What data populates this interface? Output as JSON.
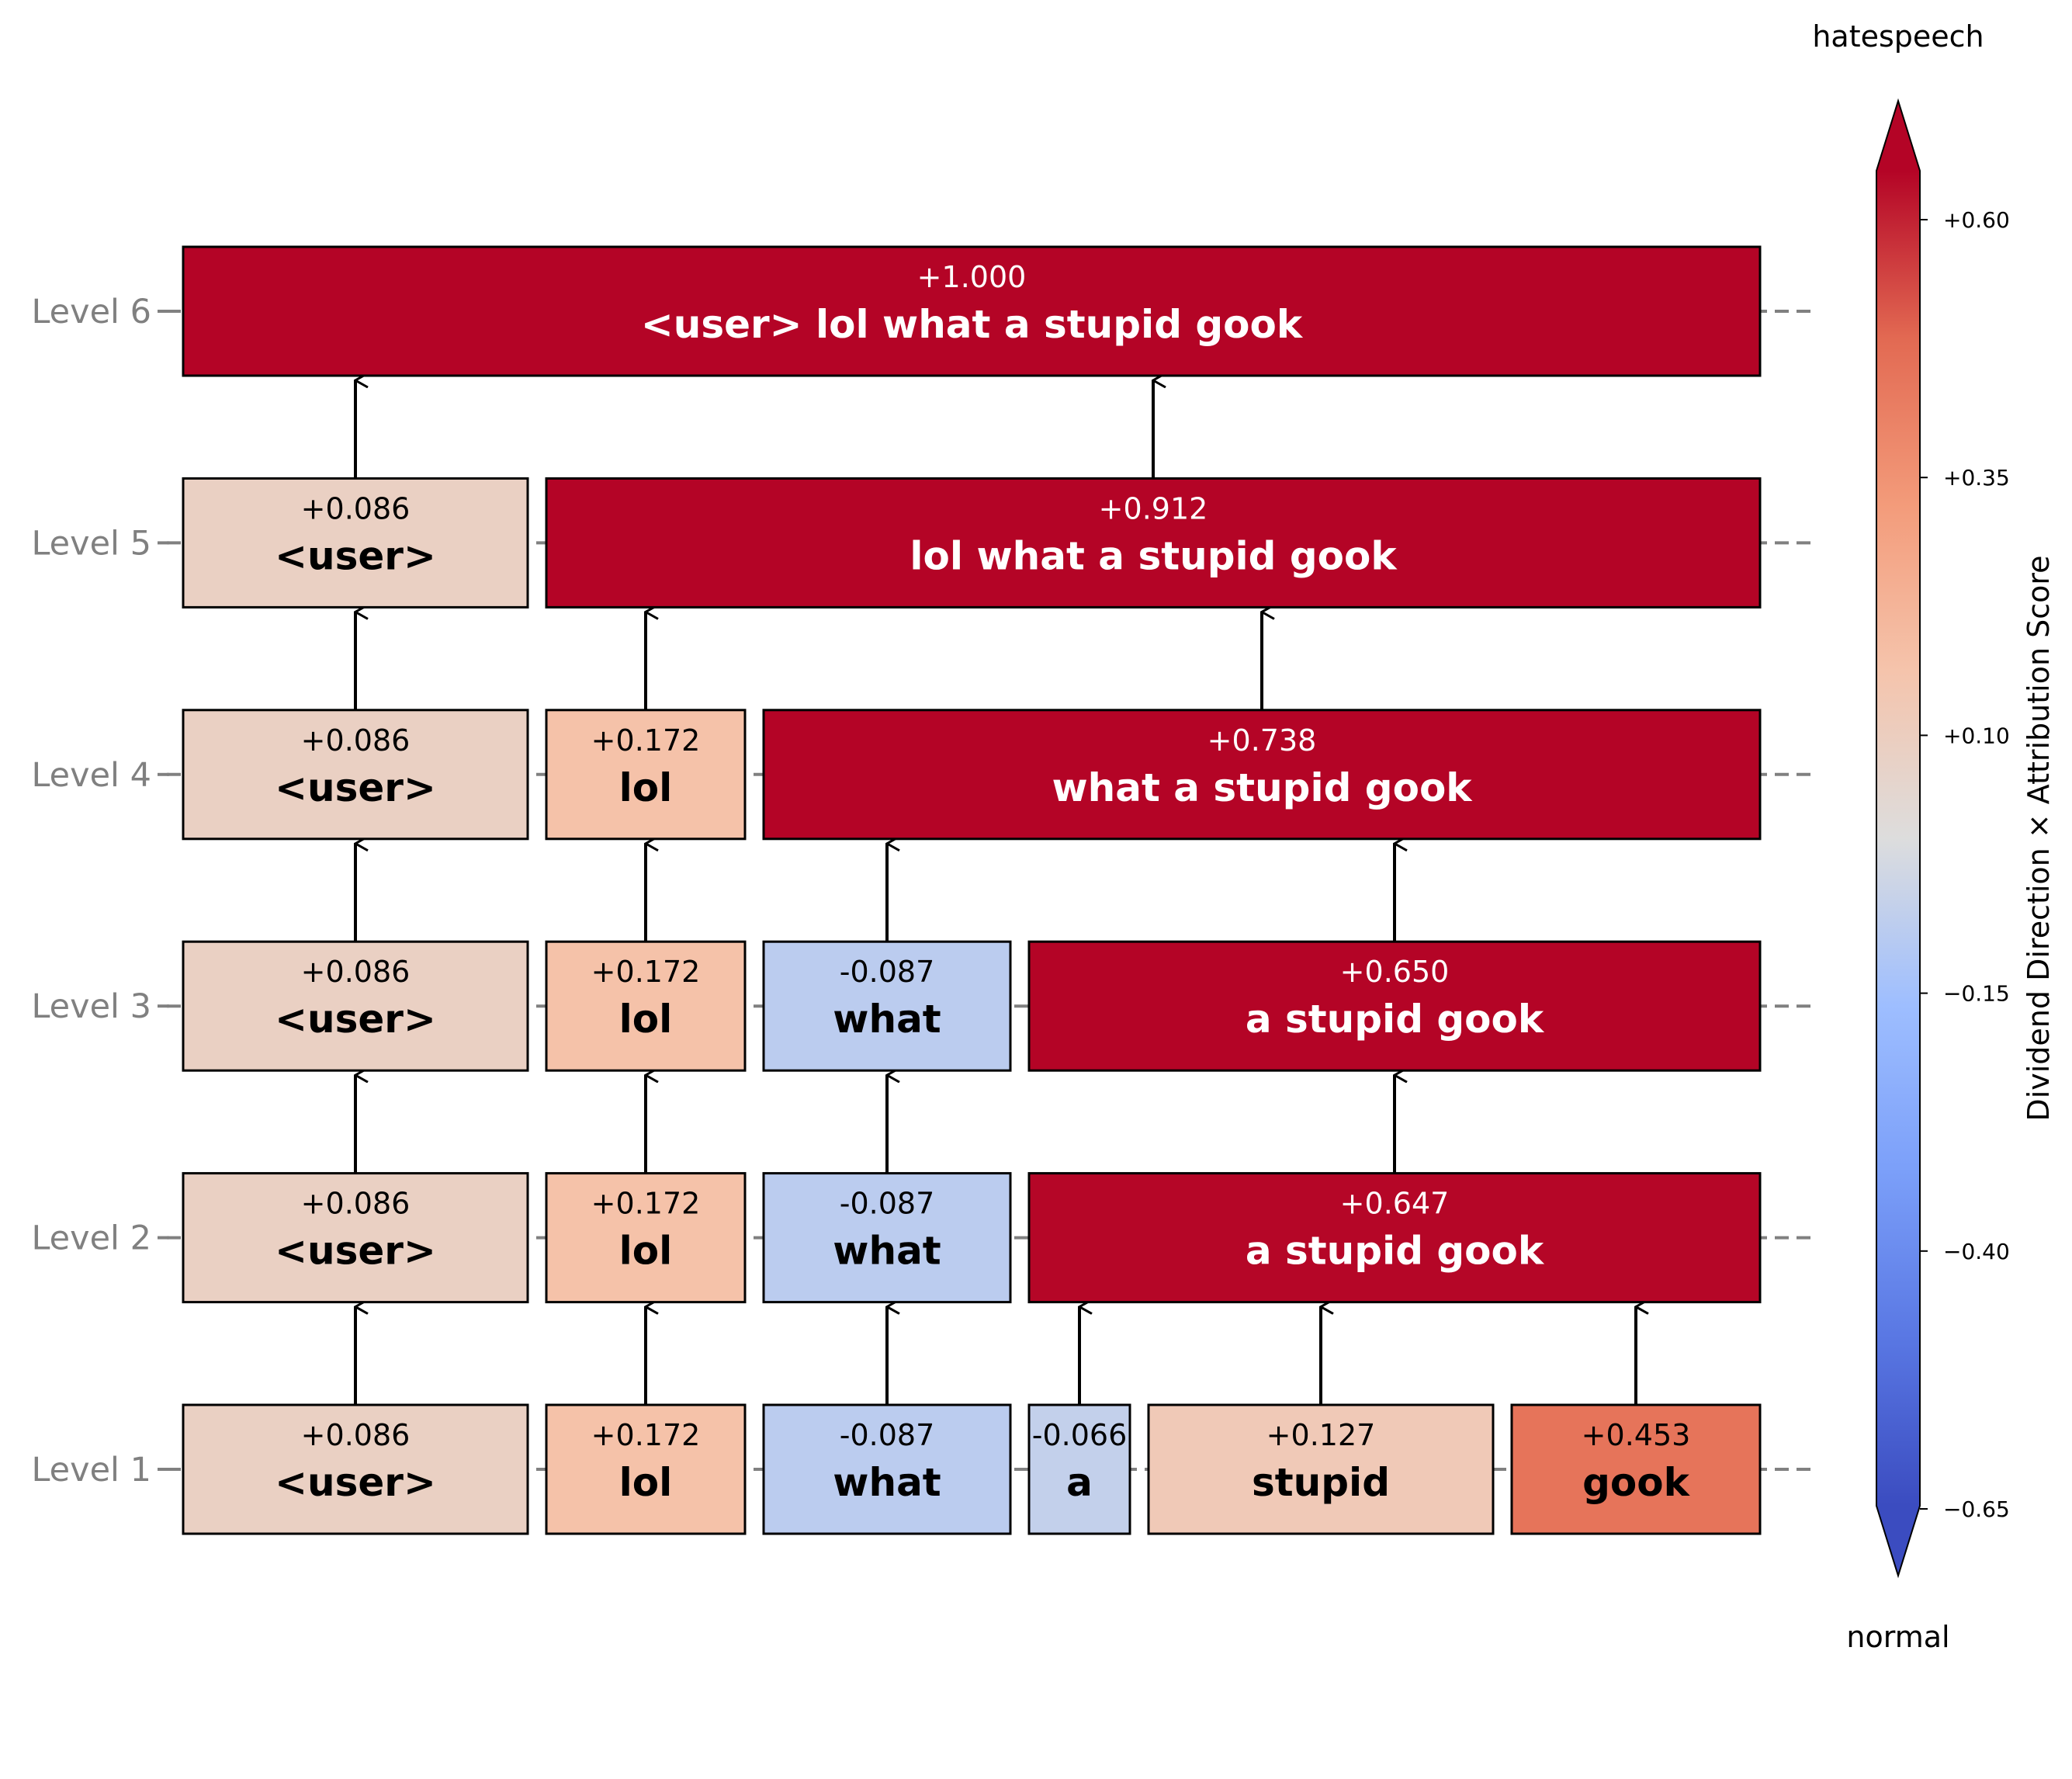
{
  "diagram": {
    "levels": [
      {
        "label": "Level 1",
        "nodes": [
          {
            "phrase": "<user>",
            "score": "+0.086",
            "value": 0.086,
            "span": [
              0,
              1
            ]
          },
          {
            "phrase": "lol",
            "score": "+0.172",
            "value": 0.172,
            "span": [
              1,
              2
            ]
          },
          {
            "phrase": "what",
            "score": "-0.087",
            "value": -0.087,
            "span": [
              2,
              3
            ]
          },
          {
            "phrase": "a",
            "score": "-0.066",
            "value": -0.066,
            "span": [
              3,
              4
            ]
          },
          {
            "phrase": "stupid",
            "score": "+0.127",
            "value": 0.127,
            "span": [
              4,
              5
            ]
          },
          {
            "phrase": "gook",
            "score": "+0.453",
            "value": 0.453,
            "span": [
              5,
              6
            ]
          }
        ]
      },
      {
        "label": "Level 2",
        "nodes": [
          {
            "phrase": "<user>",
            "score": "+0.086",
            "value": 0.086,
            "span": [
              0,
              1
            ]
          },
          {
            "phrase": "lol",
            "score": "+0.172",
            "value": 0.172,
            "span": [
              1,
              2
            ]
          },
          {
            "phrase": "what",
            "score": "-0.087",
            "value": -0.087,
            "span": [
              2,
              3
            ]
          },
          {
            "phrase": "a stupid gook",
            "score": "+0.647",
            "value": 0.647,
            "span": [
              3,
              6
            ]
          }
        ]
      },
      {
        "label": "Level 3",
        "nodes": [
          {
            "phrase": "<user>",
            "score": "+0.086",
            "value": 0.086,
            "span": [
              0,
              1
            ]
          },
          {
            "phrase": "lol",
            "score": "+0.172",
            "value": 0.172,
            "span": [
              1,
              2
            ]
          },
          {
            "phrase": "what",
            "score": "-0.087",
            "value": -0.087,
            "span": [
              2,
              3
            ]
          },
          {
            "phrase": "a stupid gook",
            "score": "+0.650",
            "value": 0.65,
            "span": [
              3,
              6
            ]
          }
        ]
      },
      {
        "label": "Level 4",
        "nodes": [
          {
            "phrase": "<user>",
            "score": "+0.086",
            "value": 0.086,
            "span": [
              0,
              1
            ]
          },
          {
            "phrase": "lol",
            "score": "+0.172",
            "value": 0.172,
            "span": [
              1,
              2
            ]
          },
          {
            "phrase": "what a stupid gook",
            "score": "+0.738",
            "value": 0.738,
            "span": [
              2,
              6
            ]
          }
        ]
      },
      {
        "label": "Level 5",
        "nodes": [
          {
            "phrase": "<user>",
            "score": "+0.086",
            "value": 0.086,
            "span": [
              0,
              1
            ]
          },
          {
            "phrase": "lol what a stupid gook",
            "score": "+0.912",
            "value": 0.912,
            "span": [
              1,
              6
            ]
          }
        ]
      },
      {
        "label": "Level 6",
        "nodes": [
          {
            "phrase": "<user> lol what a stupid gook",
            "score": "+1.000",
            "value": 1.0,
            "span": [
              0,
              6
            ]
          }
        ]
      }
    ]
  },
  "colorbar": {
    "label": "Dividend Direction × Attribution Score",
    "top_label": "hatespeech",
    "bottom_label": "normal",
    "ticks": [
      "+0.60",
      "+0.35",
      "+0.10",
      "−0.15",
      "−0.40",
      "−0.65"
    ],
    "tick_values": [
      0.6,
      0.35,
      0.1,
      -0.15,
      -0.4,
      -0.65
    ],
    "range": [
      -0.65,
      0.65
    ],
    "colormap": "coolwarm",
    "colors": {
      "low": "#3b4cc0",
      "mid": "#dddddd",
      "high": "#b40426"
    }
  }
}
